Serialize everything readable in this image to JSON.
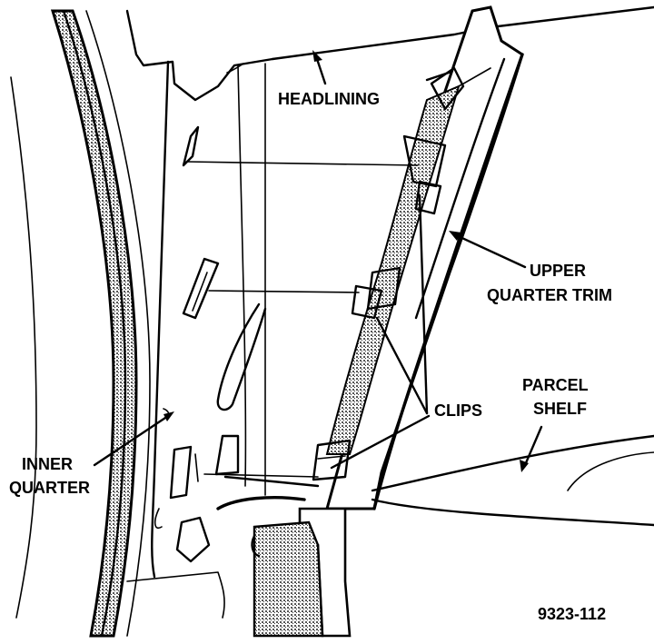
{
  "labels": {
    "headlining": "HEADLINING",
    "upper_quarter_trim_line1": "UPPER",
    "upper_quarter_trim_line2": "QUARTER TRIM",
    "clips": "CLIPS",
    "parcel_shelf_line1": "PARCEL",
    "parcel_shelf_line2": "SHELF",
    "inner_quarter_line1": "INNER",
    "inner_quarter_line2": "QUARTER",
    "figure_number": "9323-112"
  },
  "colors": {
    "ink": "#000000",
    "paper": "#ffffff",
    "stipple": "#6e6e6e"
  }
}
